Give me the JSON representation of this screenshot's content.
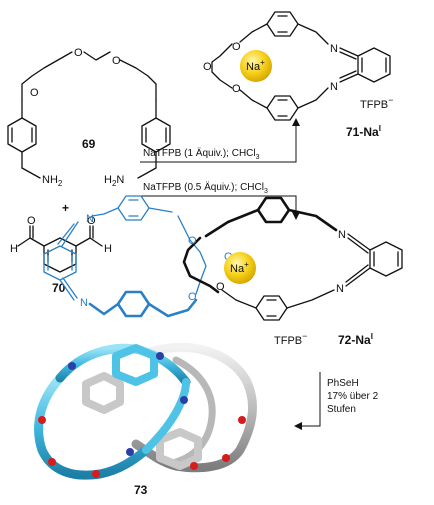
{
  "compounds": {
    "diamine": "69",
    "dialdehyde": "70",
    "macrocycle_top": "71-Na",
    "macrocycle_top_sup": "I",
    "catenane": "72-Na",
    "catenane_sup": "I",
    "product_3d": "73"
  },
  "labels": {
    "plus": "+",
    "na": "Na",
    "na_charge": "+",
    "tfpb": "TFPB",
    "tfpb_charge": "−",
    "o": "O",
    "n": "N",
    "h": "H",
    "nh2": "NH",
    "nh2_sub": "2",
    "h2n": "H",
    "h2n_sub": "2",
    "h2n_n": "N"
  },
  "conditions": {
    "step1": "NaTFPB (1 Äquiv.); CHCl",
    "step1_sub": "3",
    "step2": "NaTFPB (0.5 Äquiv.); CHCl",
    "step2_sub": "3",
    "step3_line1": "PhSeH",
    "step3_line2": "17% über 2",
    "step3_line3": "Stufen"
  },
  "colors": {
    "black": "#111111",
    "blue": "#2a80c8",
    "sodium": "#f7d31f",
    "cyan_tube": "#4fc3e6",
    "grey_tube": "#c8c8c8",
    "oxygen": "#d81b1b",
    "nitrogen": "#2b3fa8"
  }
}
